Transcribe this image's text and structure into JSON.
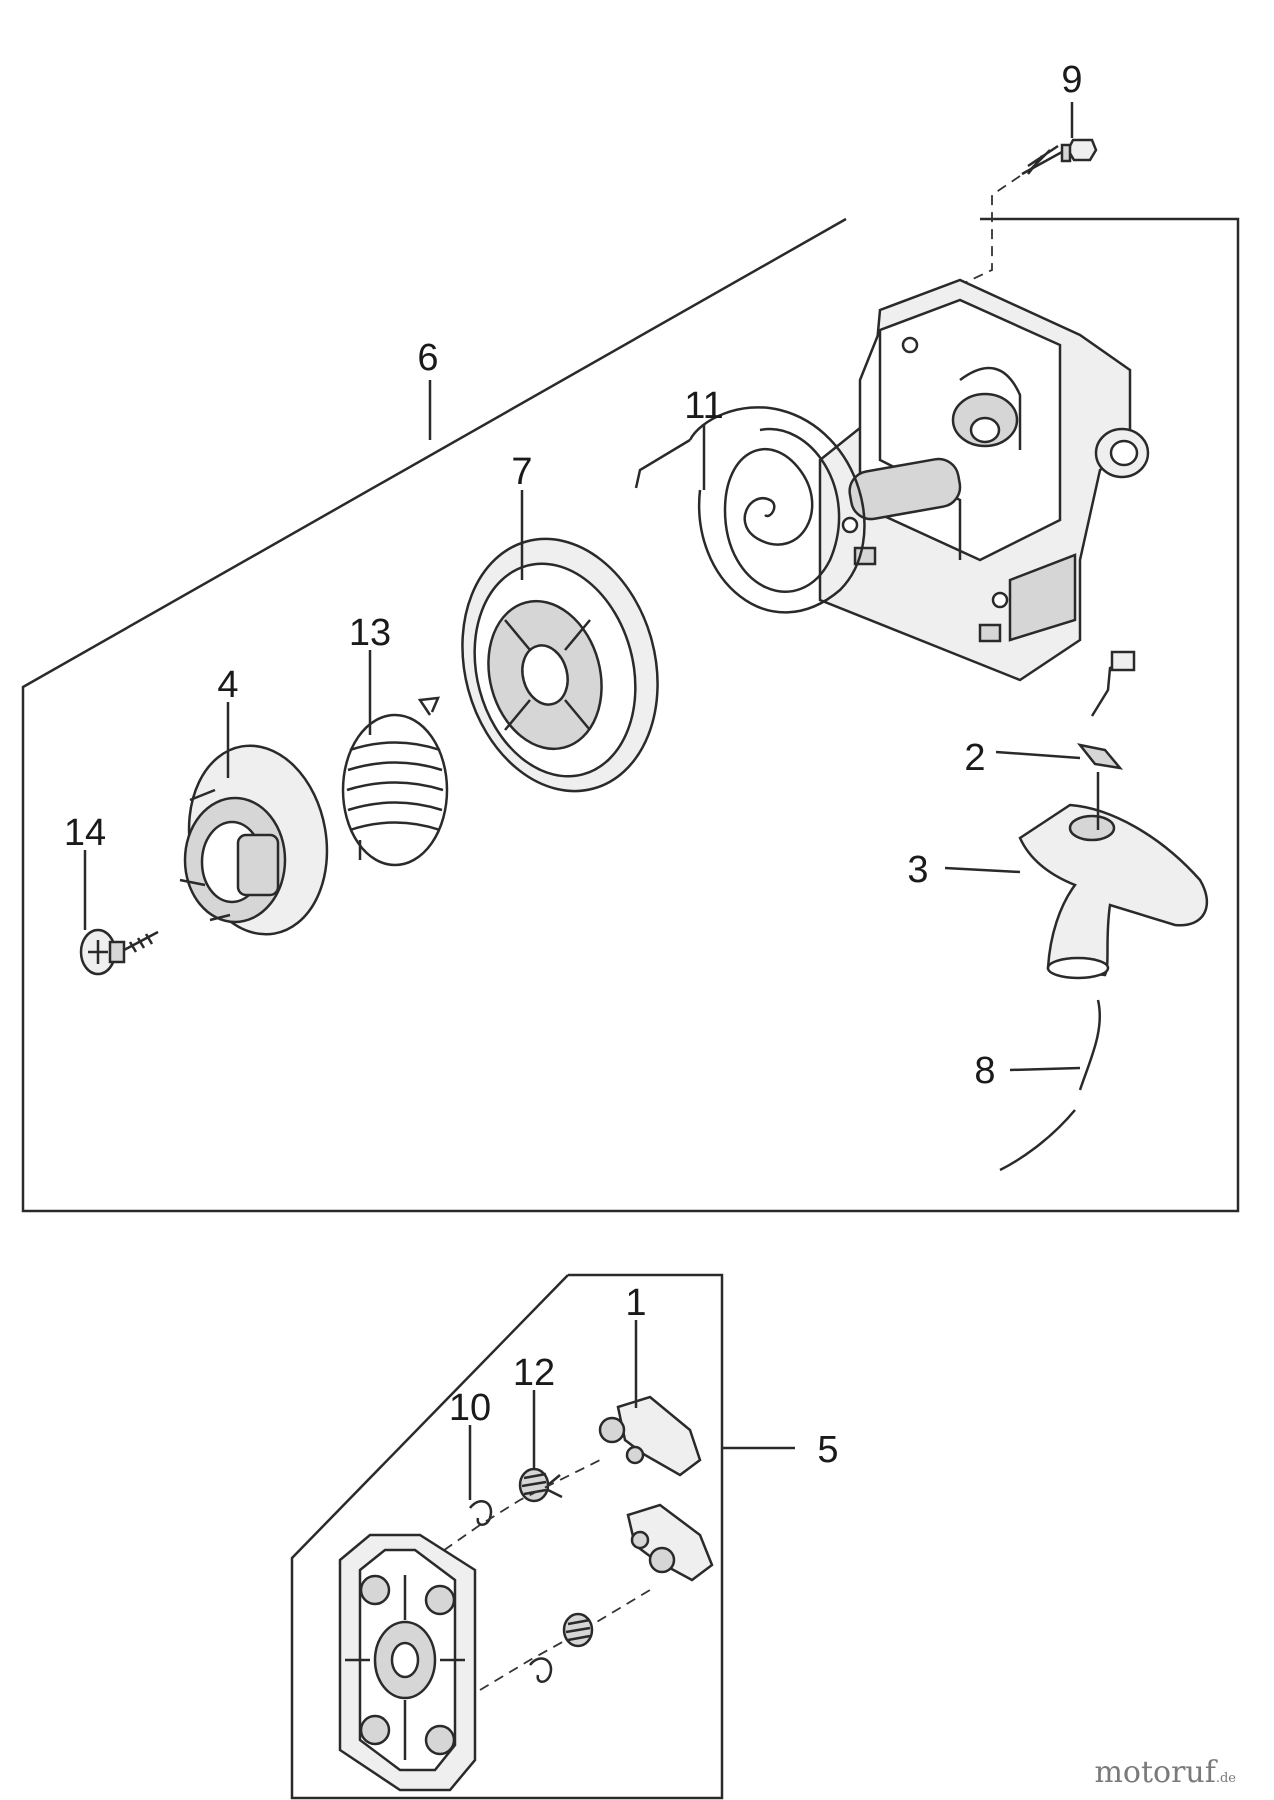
{
  "callouts": {
    "n1": "1",
    "n2": "2",
    "n3": "3",
    "n4": "4",
    "n5": "5",
    "n6": "6",
    "n7": "7",
    "n8": "8",
    "n9": "9",
    "n10": "10",
    "n11": "11",
    "n12": "12",
    "n13": "13",
    "n14": "14"
  },
  "watermark": {
    "main": "motoruf",
    "suffix": ".de"
  }
}
